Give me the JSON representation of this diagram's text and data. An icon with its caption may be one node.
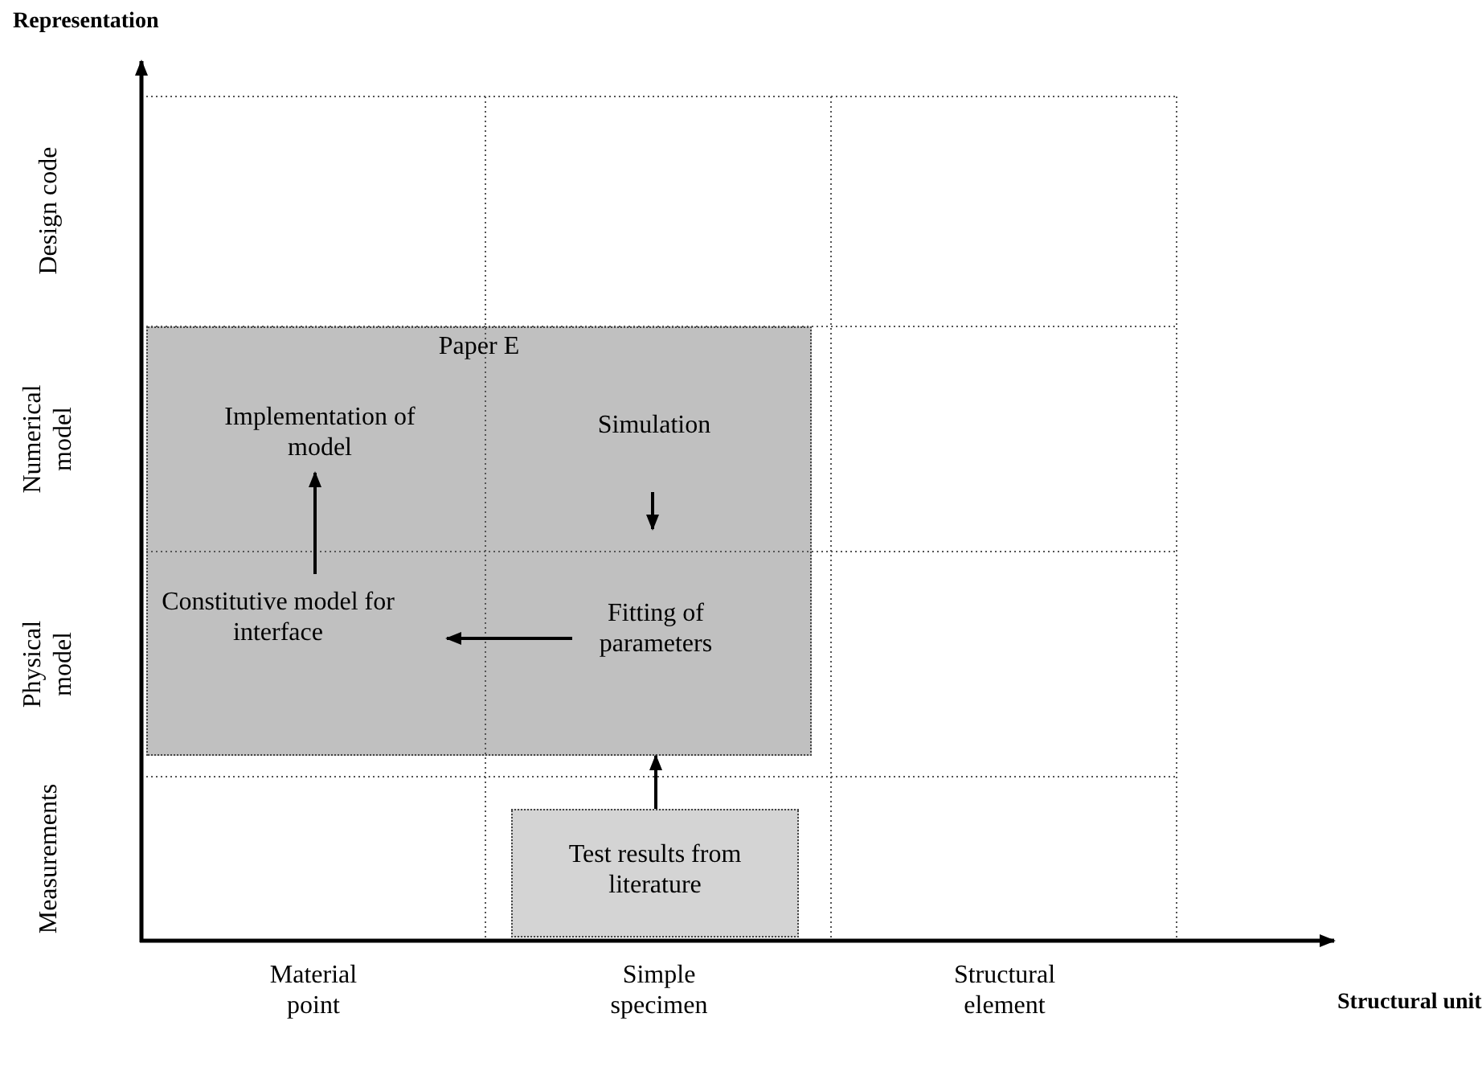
{
  "diagram": {
    "nodes": [
      {
        "text": [
          "Paper E"
        ]
      },
      {
        "text": [
          "Implementation of model"
        ],
        "in": 0
      },
      {
        "text": [
          "Simulation"
        ],
        "in": 0
      },
      {
        "text": [
          "Constitutive model for interface"
        ],
        "in": 0
      },
      {
        "text": [
          "Fitting of parameters"
        ],
        "in": 0
      },
      {
        "text": [
          "Test results from literature"
        ]
      }
    ],
    "edges": [
      {
        "from": 3,
        "to": 1,
        "arrow": "to"
      },
      {
        "from": 2,
        "to": 4,
        "arrow": "to"
      },
      {
        "from": 4,
        "to": 3,
        "arrow": "to"
      },
      {
        "from": 5,
        "to": 0,
        "arrow": "to"
      }
    ],
    "labels": [
      "Representation",
      "Design code",
      "Numerical model",
      "Physical model",
      "Measurements",
      "Material point",
      "Simple specimen",
      "Structural element",
      "Structural unit"
    ]
  }
}
